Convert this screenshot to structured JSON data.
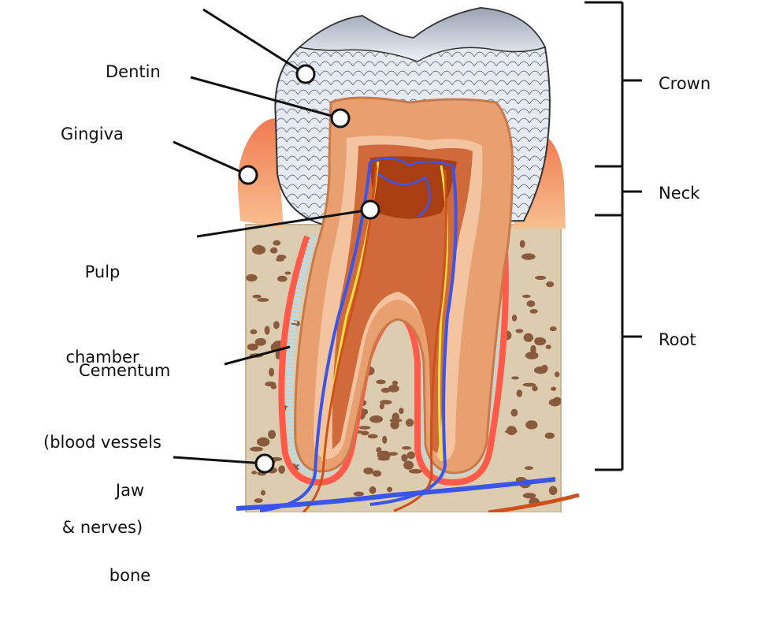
{
  "labels": {
    "dentin": "Dentin",
    "gingiva": "Gingiva",
    "pulp": [
      "Pulp",
      "chamber",
      "(blood vessels",
      "& nerves)"
    ],
    "cementum": "Cementum",
    "jawbone": [
      "Jaw",
      "bone"
    ]
  },
  "sections": {
    "crown": "Crown",
    "neck": "Neck",
    "root": "Root"
  },
  "colors": {
    "enamel": "#dde4ee",
    "dentin": "#e8a070",
    "dentin_inner": "#f4c4a0",
    "pulp": "#b24a1e",
    "gingiva": "#f3a072",
    "bone": "#d9c9aa",
    "bone_spots": "#8a5a3c",
    "periodontal": "#ff5a4a",
    "cement_layer": "#b8dcec",
    "vein": "#3a55e8",
    "artery": "#d0501c",
    "nerve": "#f0e040"
  }
}
